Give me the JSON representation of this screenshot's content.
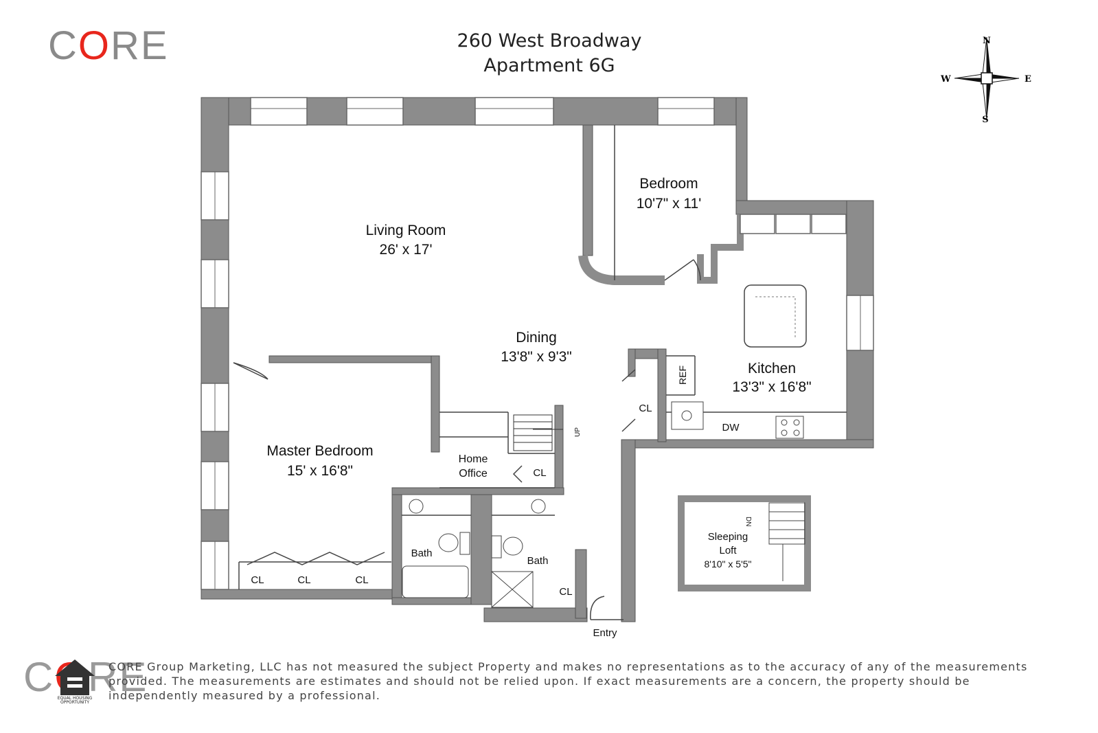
{
  "brand": {
    "logo_pre": "C",
    "logo_o": "O",
    "logo_post": "RE"
  },
  "title": {
    "line1": "260 West Broadway",
    "line2": "Apartment 6G"
  },
  "compass": {
    "n": "N",
    "s": "S",
    "e": "E",
    "w": "W"
  },
  "rooms": {
    "living": {
      "name": "Living Room",
      "dims": "26' x 17'"
    },
    "bedroom": {
      "name": "Bedroom",
      "dims": "10'7\" x 11'"
    },
    "dining": {
      "name": "Dining",
      "dims": "13'8\" x 9'3\""
    },
    "kitchen": {
      "name": "Kitchen",
      "dims": "13'3\" x 16'8\""
    },
    "master": {
      "name": "Master Bedroom",
      "dims": "15' x 16'8\""
    },
    "office": {
      "line1": "Home",
      "line2": "Office"
    },
    "loft": {
      "line1": "Sleeping",
      "line2": "Loft",
      "dims": "8'10\" x 5'5\""
    }
  },
  "labels": {
    "closet": "CL",
    "bath": "Bath",
    "entry": "Entry",
    "ref": "REF",
    "dw": "DW",
    "up": "UP",
    "dn": "DN"
  },
  "footer": {
    "disclaimer": "CORE Group Marketing, LLC has not measured the subject Property and makes no representations as to the accuracy of any of the measurements provided. The measurements are estimates and should not be relied upon. If exact measurements are a concern, the property should be independently measured by a professional.",
    "eho_text": "EQUAL HOUSING OPPORTUNITY"
  },
  "colors": {
    "wall": "#8c8c8c",
    "brand_red": "#e8261c",
    "brand_gray": "#8a8a8a"
  }
}
